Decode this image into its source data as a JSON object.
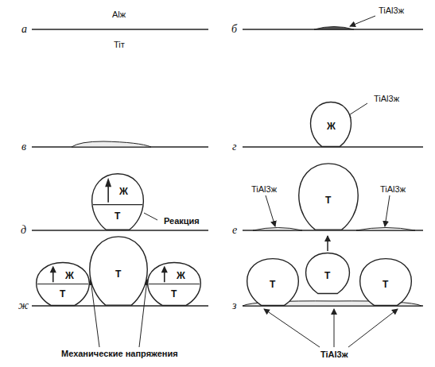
{
  "diagram": {
    "nodes": [
      {
        "text": [
          "Ж"
        ]
      },
      {
        "text": [
          "Ж",
          "Т"
        ]
      },
      {
        "text": [
          "Т"
        ]
      },
      {
        "text": [
          "Ж",
          "Т"
        ]
      },
      {
        "text": [
          "Т"
        ]
      },
      {
        "text": [
          "Ж",
          "Т"
        ]
      },
      {
        "text": [
          "Т"
        ]
      },
      {
        "text": [
          "Т"
        ]
      },
      {
        "text": [
          "Т"
        ]
      }
    ],
    "labels": [
      "а",
      "Alж",
      "Tiт",
      "б",
      "TiAl3ж",
      "в",
      "г",
      "TiAl3ж",
      "д",
      "Реакция",
      "е",
      "TiAl3ж",
      "TiAl3ж",
      "ж",
      "з",
      "Механические напряжения",
      "TiAl3ж"
    ]
  }
}
